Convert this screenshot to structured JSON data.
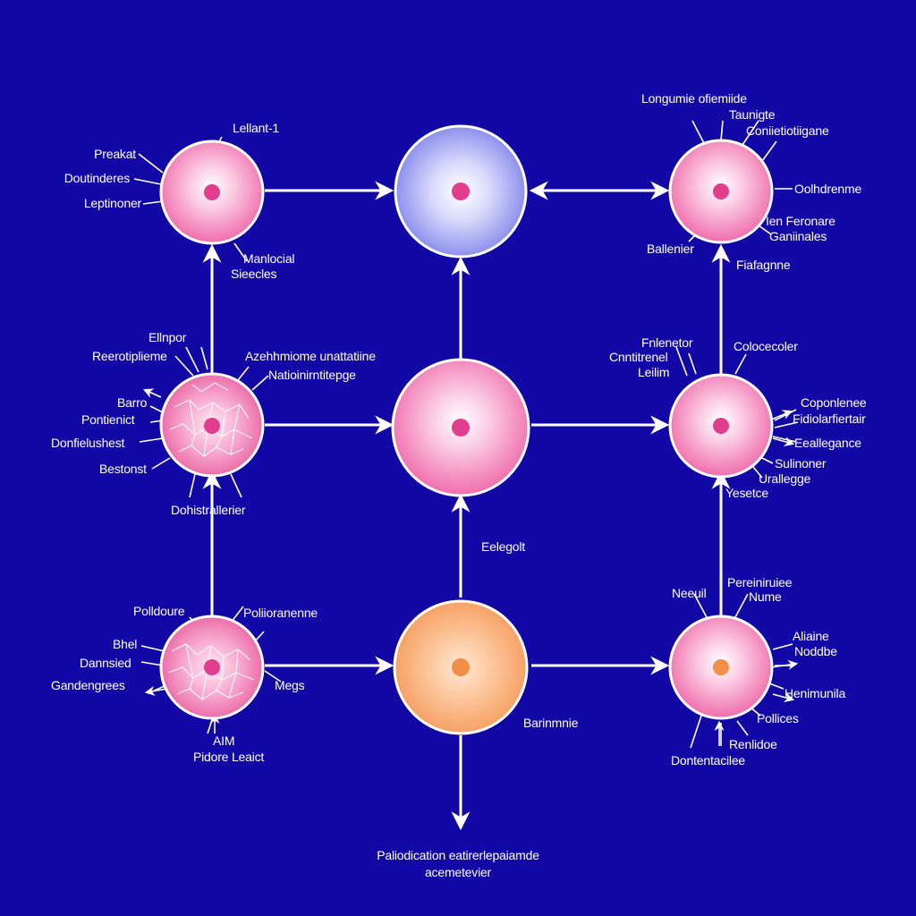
{
  "colors": {
    "background": "#1208a6",
    "pink_cell": "#f277b4",
    "blue_cell": "#8f92ef",
    "orange_cell": "#f7a46a",
    "outline": "#ffffff",
    "nucleus_pink": "#e23e8e",
    "nucleus_orange": "#f08f45",
    "arrow": "#ffffff"
  },
  "cells": [
    {
      "id": "cell-top-left",
      "type": "pink"
    },
    {
      "id": "cell-top-center",
      "type": "blue"
    },
    {
      "id": "cell-top-right",
      "type": "pink"
    },
    {
      "id": "cell-mid-left",
      "type": "cracked"
    },
    {
      "id": "cell-mid-center",
      "type": "pink"
    },
    {
      "id": "cell-mid-right",
      "type": "pink"
    },
    {
      "id": "cell-bottom-left",
      "type": "cracked"
    },
    {
      "id": "cell-bottom-center",
      "type": "orange"
    },
    {
      "id": "cell-bottom-right",
      "type": "pink"
    }
  ],
  "labels": {
    "top_left": [
      "Lellant-1",
      "Preakat",
      "Doutinderes",
      "Leptinoner",
      "Manlocial",
      "Sieecles"
    ],
    "top_right": [
      "Longumie ofiemiide",
      "Taunigte",
      "Coniietiotiigane",
      "Oolhdrenme",
      "Ien Feronare",
      "Ganiinales",
      "Ballenier",
      "Fiafagnne"
    ],
    "mid_left": [
      "Ellnpor",
      "Reerotiplieme",
      "Barro",
      "Pontienict",
      "Donfielushest",
      "Bestonst",
      "Dohistrallerier",
      "Azehhmiome unattatiine",
      "Natioinirntitepge"
    ],
    "mid_right": [
      "Fnlenetor",
      "Cnntitrenel",
      "Leilim",
      "Colocecoler",
      "Coponlenee",
      "Fidiolarfiertair",
      "Eeallegance",
      "Sulinoner",
      "Urallegge",
      "Yesetce"
    ],
    "center": [
      "Eelegolt",
      "Barinmnie"
    ],
    "bottom_left": [
      "Polldoure",
      "Poliioranenne",
      "Bhel",
      "Dannsied",
      "Gandengrees",
      "Megs",
      "AIM",
      "Pidore Leaict"
    ],
    "bottom_right": [
      "Neeuil",
      "Pereiniruiee",
      "Nume",
      "Aliaine",
      "Noddbe",
      "Henimunila",
      "Pollices",
      "Renlidoe",
      "Dontentacilee"
    ],
    "caption": [
      "Paliodication eatirerlepaiamde",
      "acemetevier"
    ]
  }
}
